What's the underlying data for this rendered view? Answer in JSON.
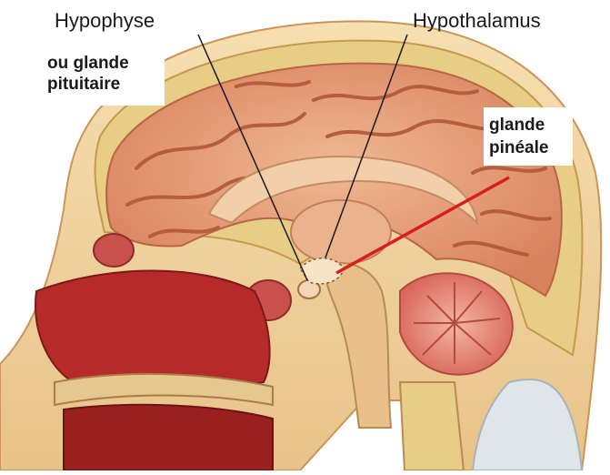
{
  "labels": {
    "hypophyse": "Hypophyse",
    "hypophyse_sub_line1": "ou glande",
    "hypophyse_sub_line2": "pituitaire",
    "hypothalamus": "Hypothalamus",
    "pineale_line1": "glande",
    "pineale_line2": "pinéale"
  },
  "colors": {
    "pointer_line_dark": "#1a1a1a",
    "pointer_line_red": "#d81f1f",
    "brain_tissue": "#e7a27f",
    "brain_groove": "#c7704e",
    "skull_bone": "#e9cf8a",
    "scalp_skin": "#f3d9a6",
    "nasal_cavity": "#b72a2a",
    "brainstem": "#e9c08a",
    "cerebellum": "#e98e7d"
  }
}
